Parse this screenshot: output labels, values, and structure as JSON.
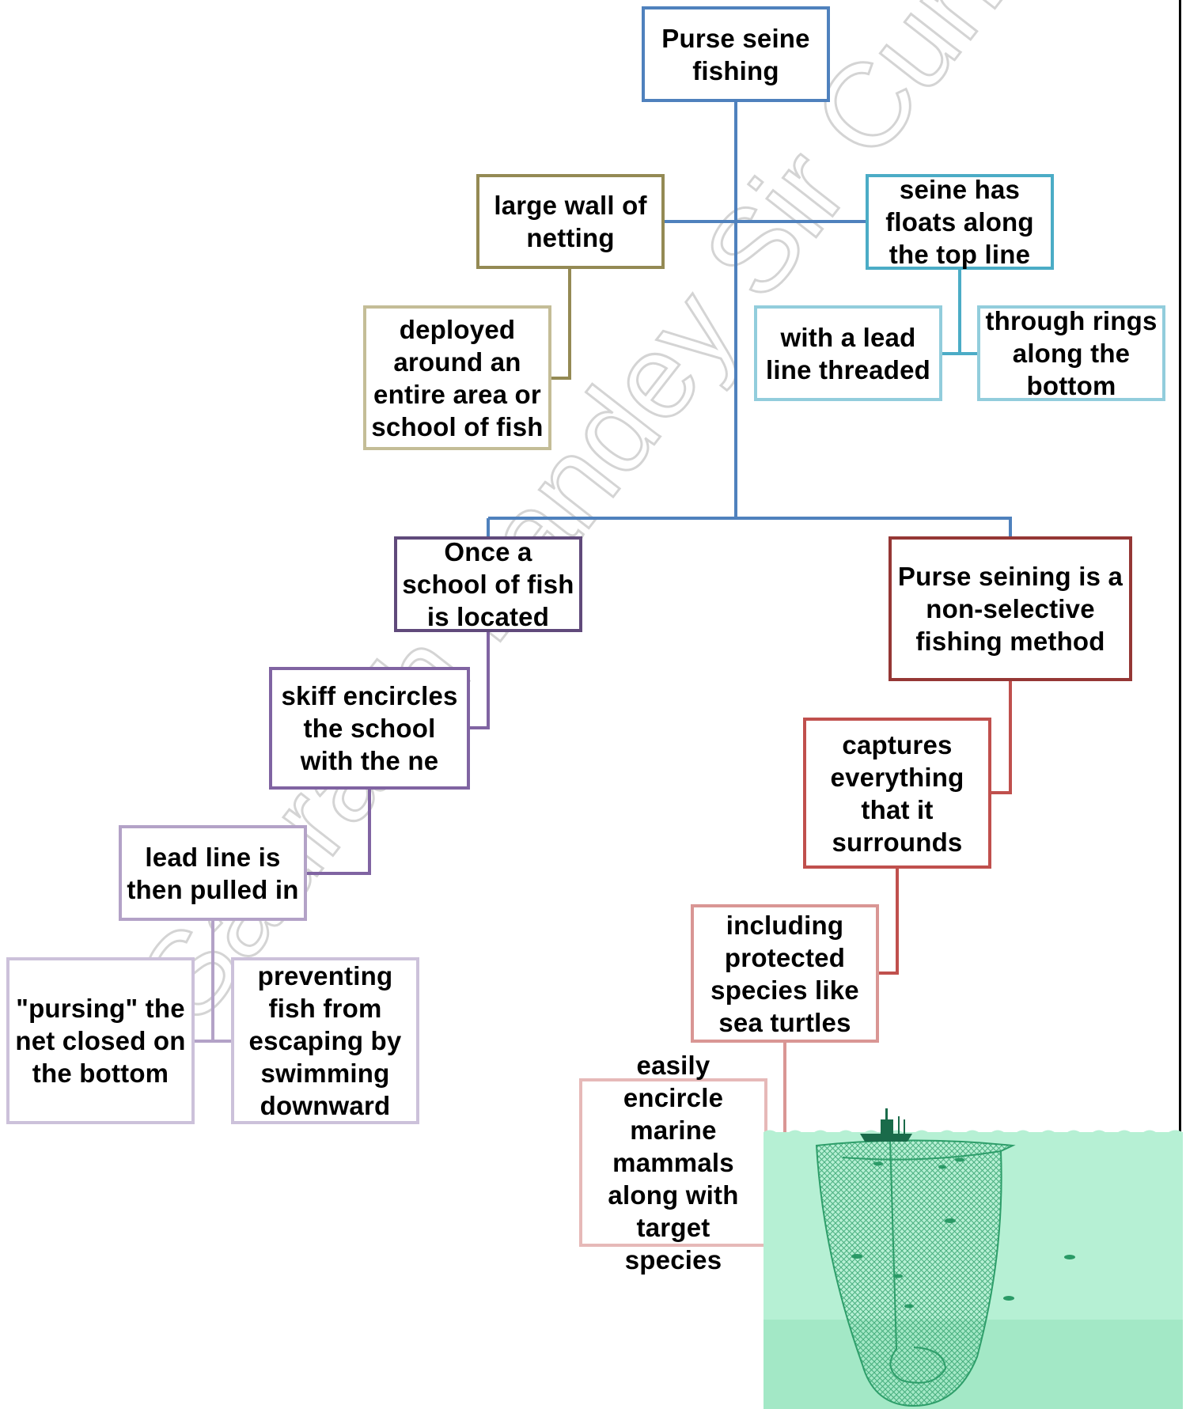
{
  "diagram": {
    "nodes": {
      "root": {
        "text": "Purse seine fishing",
        "color": "#4f81bd"
      },
      "wall": {
        "text": "large wall of netting",
        "color": "#948a54"
      },
      "deployed": {
        "text": "deployed around an entire area or school of fish",
        "color": "#c4bd97"
      },
      "floats": {
        "text": "seine has floats along the top line",
        "color": "#4bacc6"
      },
      "leadline": {
        "text": "with a lead line threaded",
        "color": "#92cddc"
      },
      "rings": {
        "text": "through rings along the bottom",
        "color": "#92cddc"
      },
      "located": {
        "text": "Once a school of fish is located",
        "color": "#604a7b"
      },
      "skiff": {
        "text": "skiff encircles the school with the ne",
        "color": "#8064a2"
      },
      "pulled": {
        "text": "lead line is then pulled in",
        "color": "#b3a2c7"
      },
      "pursing": {
        "text": "\"pursing\" the net closed on the bottom",
        "color": "#ccc1da"
      },
      "preventing": {
        "text": "preventing fish from escaping by swimming downward",
        "color": "#ccc1da"
      },
      "nonselective": {
        "text": "Purse seining is a non-selective fishing method",
        "color": "#953735"
      },
      "captures": {
        "text": "captures everything that it surrounds",
        "color": "#c0504d"
      },
      "including": {
        "text": "including protected species like sea turtles",
        "color": "#d99694"
      },
      "mammals": {
        "text": "easily encircle marine mammals along with target species",
        "color": "#e6b9b8"
      }
    },
    "edge_colors": {
      "trunk": "#4f81bd",
      "wall_branch": "#948a54",
      "floats_branch": "#4bacc6",
      "located_branch": "#8064a2",
      "pulled_branch": "#b3a2c7",
      "nonselective_branch": "#c0504d",
      "captures_branch": "#c0504d",
      "including_branch": "#d99694"
    }
  },
  "illustration": {
    "water_color": "#b6f0d4",
    "deep_water_color": "#a3e8c6",
    "net_color": "#2e9e6a",
    "boat_color": "#1a6b4a",
    "fish_color": "#2a9a66"
  },
  "watermark": {
    "text": "Saurabh Pandey Sir Current Affairs"
  }
}
